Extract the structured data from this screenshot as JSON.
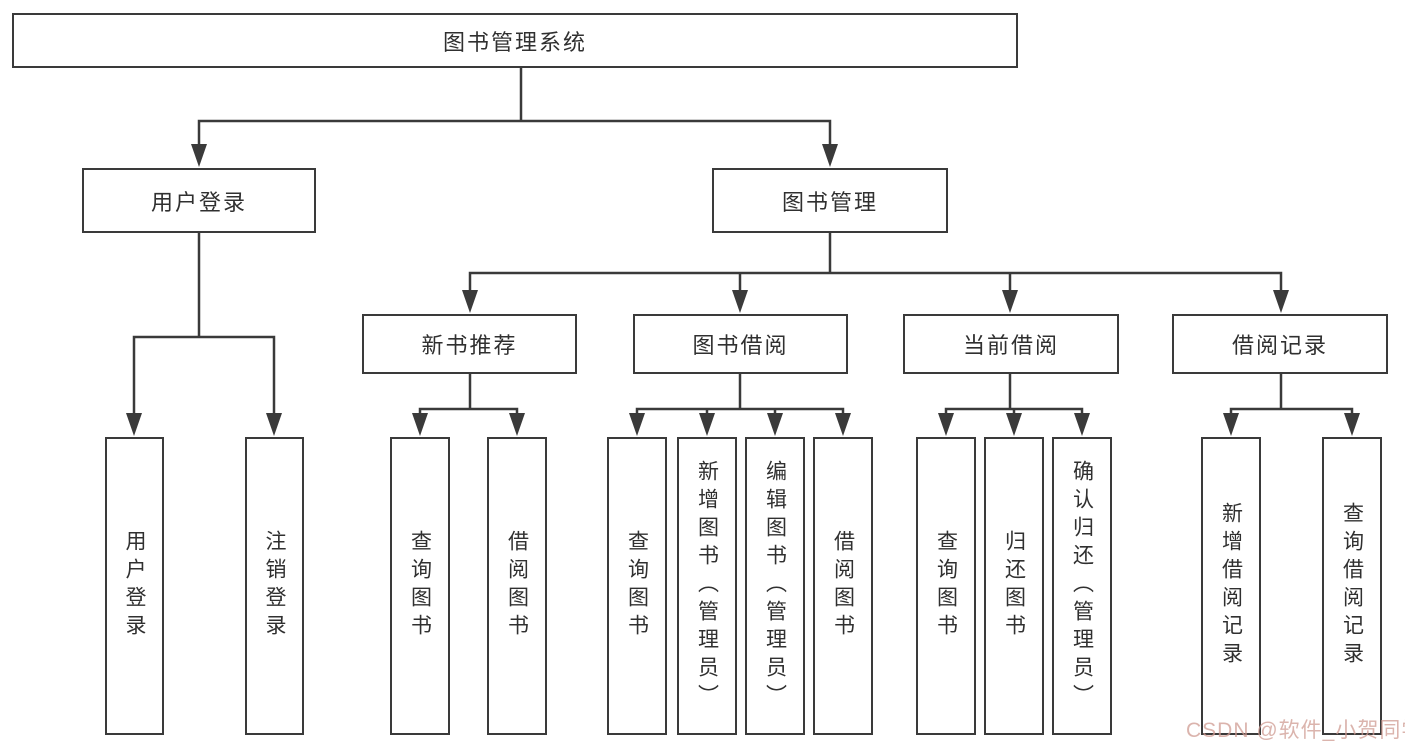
{
  "colors": {
    "line": "#3a3a3a",
    "text": "#303030",
    "box_bg": "#ffffff",
    "watermark": "#cf9b92"
  },
  "watermark": {
    "text": "CSDN @软件_小贺同学"
  },
  "diagram": {
    "type": "tree",
    "root": {
      "label": "图书管理系统",
      "children": [
        {
          "label": "用户登录",
          "children": [
            {
              "label": "用户登录"
            },
            {
              "label": "注销登录"
            }
          ]
        },
        {
          "label": "图书管理",
          "children": [
            {
              "label": "新书推荐",
              "children": [
                {
                  "label": "查询图书"
                },
                {
                  "label": "借阅图书"
                }
              ]
            },
            {
              "label": "图书借阅",
              "children": [
                {
                  "label": "查询图书"
                },
                {
                  "label": "新增图书（管理员）"
                },
                {
                  "label": "编辑图书（管理员）"
                },
                {
                  "label": "借阅图书"
                }
              ]
            },
            {
              "label": "当前借阅",
              "children": [
                {
                  "label": "查询图书"
                },
                {
                  "label": "归还图书"
                },
                {
                  "label": "确认归还（管理员）"
                }
              ]
            },
            {
              "label": "借阅记录",
              "children": [
                {
                  "label": "新增借阅记录"
                },
                {
                  "label": "查询借阅记录"
                }
              ]
            }
          ]
        }
      ]
    }
  }
}
